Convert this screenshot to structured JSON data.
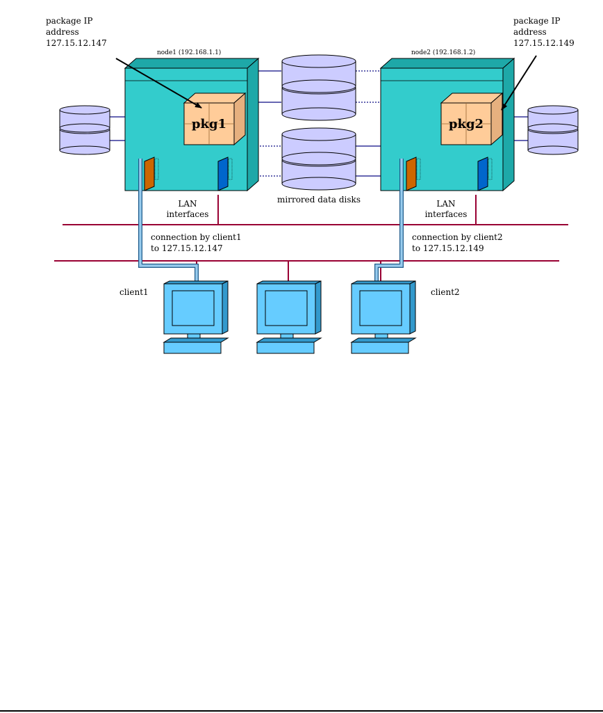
{
  "nodes": [
    {
      "label": "node1 (192.168.1.1)",
      "package": "pkg1"
    },
    {
      "label": "node2 (192.168.1.2)",
      "package": "pkg2"
    }
  ],
  "package_ip": {
    "left": [
      "package IP",
      "address",
      "127.15.12.147"
    ],
    "right": [
      "package IP",
      "address",
      "127.15.12.149"
    ]
  },
  "lan_interfaces": {
    "left": [
      "LAN",
      "interfaces"
    ],
    "right": [
      "LAN",
      "interfaces"
    ]
  },
  "mirrored_label": "mirrored data disks",
  "connections": {
    "client1": [
      "connection by client1",
      "to  127.15.12.147"
    ],
    "client2": [
      "connection by client2",
      "to  127.15.12.149"
    ]
  },
  "clients": [
    "client1",
    "client2"
  ],
  "colors": {
    "server": "#33cccc",
    "server_dark": "#1ea8a8",
    "disk": "#ccccff",
    "package": "#ffcc99",
    "lan_line": "#990033",
    "disk_link": "#333399",
    "client_path": "#99ccee",
    "monitor": "#66ccff",
    "nic_left": "#cc6600",
    "nic_right": "#0066cc"
  }
}
